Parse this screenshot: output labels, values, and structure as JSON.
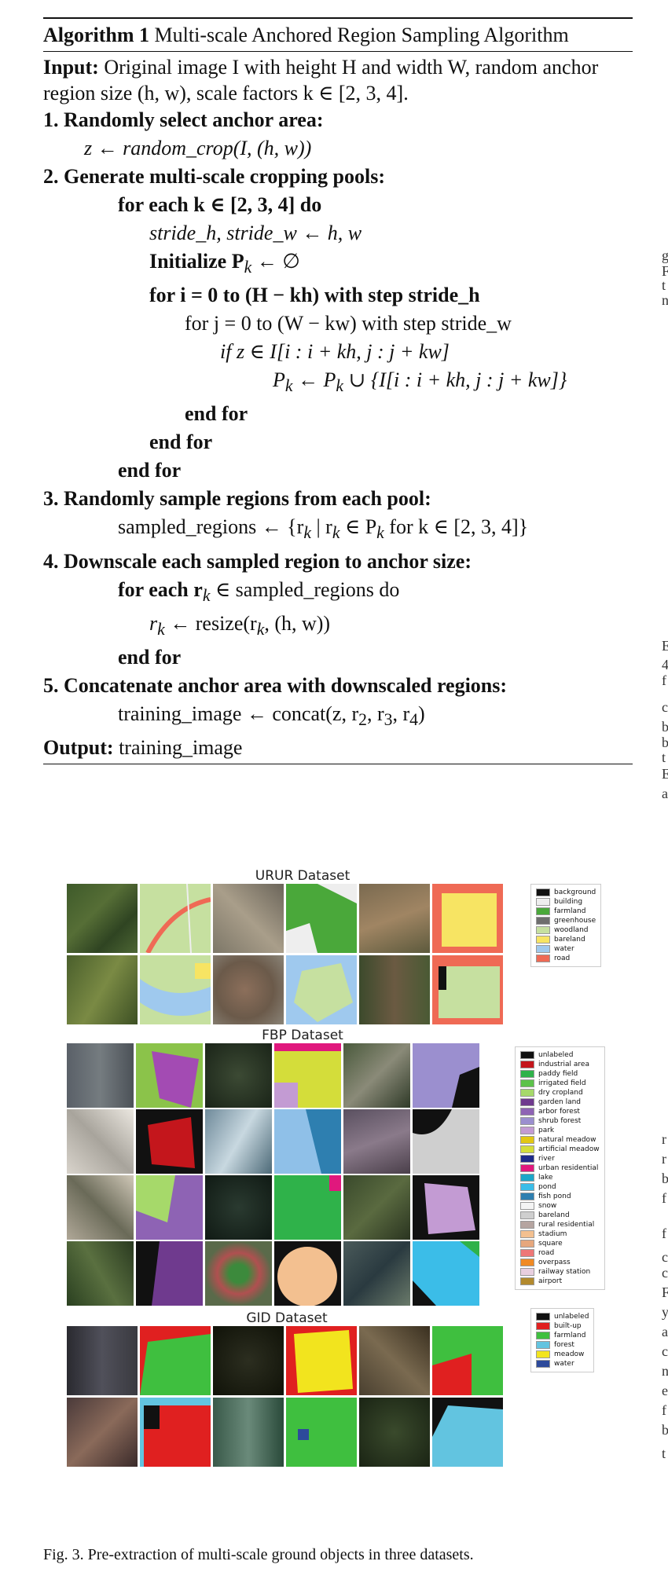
{
  "algorithm": {
    "label": "Algorithm 1",
    "title": "Multi-scale Anchored Region Sampling Algorithm",
    "input_label": "Input:",
    "input_text": "Original image I with height H and width W, random anchor region size (h, w), scale factors k ∈ [2, 3, 4].",
    "steps": {
      "s1": "1. Randomly select anchor area:",
      "s1_body": "z ← random_crop(I, (h, w))",
      "s2": "2. Generate multi-scale cropping pools:",
      "for_each_k": "for each k ∈ [2, 3, 4] do",
      "stride": "stride_h, stride_w ← h, w",
      "init": "Initialize  P",
      "init_rest": " ← ∅",
      "for_i": "for  i = 0  to  (H − kh)  with step  stride_h",
      "for_j": "for  j = 0  to  (W − kw)  with step  stride_w",
      "if_line": "if z ∈ I[i : i + kh, j : j + kw]",
      "p_update": "P",
      "p_update_rest": " ← P",
      "p_update_tail": " ∪ {I[i : i + kh, j : j + kw]}",
      "end_for": "end for",
      "s3": "3. Randomly sample regions from each pool:",
      "s3_body": "sampled_regions ← {r",
      "s3_body_rest": " | r",
      "s3_body_tail": " ∈ P",
      "s3_body_end": " for k ∈ [2, 3, 4]}",
      "s4": "4. Downscale each sampled region to anchor size:",
      "for_each_r": "for each r",
      "for_each_r_rest": " ∈ sampled_regions do",
      "resize": "r",
      "resize_rest": " ← resize(r",
      "resize_tail": ", (h, w))",
      "s5": "5. Concatenate anchor area with downscaled regions:",
      "s5_body": "training_image ← concat(z, r",
      "s5_r3": ", r",
      "s5_r4": ", r",
      "s5_end": ")",
      "output_label": "Output:",
      "output_text": "training_image",
      "sub_k": "k",
      "sub_2": "2",
      "sub_3": "3",
      "sub_4": "4"
    }
  },
  "figure": {
    "urur_title": "URUR Dataset",
    "fbp_title": "FBP Dataset",
    "gid_title": "GID Dataset",
    "urur_legend": [
      {
        "label": "background",
        "color": "#111111"
      },
      {
        "label": "building",
        "color": "#eeeeee"
      },
      {
        "label": "farmland",
        "color": "#4aa83a"
      },
      {
        "label": "greenhouse",
        "color": "#6e6e6e"
      },
      {
        "label": "woodland",
        "color": "#c6e0a0"
      },
      {
        "label": "bareland",
        "color": "#f7e463"
      },
      {
        "label": "water",
        "color": "#9fc9ee"
      },
      {
        "label": "road",
        "color": "#ef6a55"
      }
    ],
    "fbp_legend": [
      {
        "label": "unlabeled",
        "color": "#111111"
      },
      {
        "label": "industrial area",
        "color": "#c4161c"
      },
      {
        "label": "paddy field",
        "color": "#2fb24a"
      },
      {
        "label": "irrigated field",
        "color": "#5cc24a"
      },
      {
        "label": "dry cropland",
        "color": "#a6d96a"
      },
      {
        "label": "garden land",
        "color": "#6f3a8e"
      },
      {
        "label": "arbor forest",
        "color": "#8e63b4"
      },
      {
        "label": "shrub forest",
        "color": "#9b8fcf"
      },
      {
        "label": "park",
        "color": "#c39bd3"
      },
      {
        "label": "natural meadow",
        "color": "#e2c714"
      },
      {
        "label": "artificial meadow",
        "color": "#d4dd3a"
      },
      {
        "label": "river",
        "color": "#1e2a8a"
      },
      {
        "label": "urban residential",
        "color": "#e0187d"
      },
      {
        "label": "lake",
        "color": "#1ca6c9"
      },
      {
        "label": "pond",
        "color": "#3bbde8"
      },
      {
        "label": "fish pond",
        "color": "#2e7fb0"
      },
      {
        "label": "snow",
        "color": "#f4f4f4"
      },
      {
        "label": "bareland",
        "color": "#cfcfcf"
      },
      {
        "label": "rural residential",
        "color": "#b5a4a0"
      },
      {
        "label": "stadium",
        "color": "#f3c090"
      },
      {
        "label": "square",
        "color": "#e6a77d"
      },
      {
        "label": "road",
        "color": "#ee7777"
      },
      {
        "label": "overpass",
        "color": "#f08a24"
      },
      {
        "label": "railway station",
        "color": "#e8cfe0"
      },
      {
        "label": "airport",
        "color": "#b38a2e"
      }
    ],
    "gid_legend": [
      {
        "label": "unlabeled",
        "color": "#111111"
      },
      {
        "label": "built-up",
        "color": "#e02020"
      },
      {
        "label": "farmland",
        "color": "#3fbf3f"
      },
      {
        "label": "forest",
        "color": "#62c4e0"
      },
      {
        "label": "meadow",
        "color": "#f2e41e"
      },
      {
        "label": "water",
        "color": "#2d4a9b"
      }
    ],
    "caption": "Fig. 3.  Pre-extraction of multi-scale ground objects in three datasets."
  },
  "right_edge_glyphs": [
    "g",
    "F",
    "t",
    "n",
    "E",
    "4",
    "f",
    "c",
    "b",
    "b",
    "t",
    "E",
    "a",
    "r",
    "r",
    "b",
    "f",
    "f",
    "c",
    "c",
    "F",
    "y",
    "a",
    "c",
    "n",
    "e",
    "f",
    "b",
    "t"
  ]
}
